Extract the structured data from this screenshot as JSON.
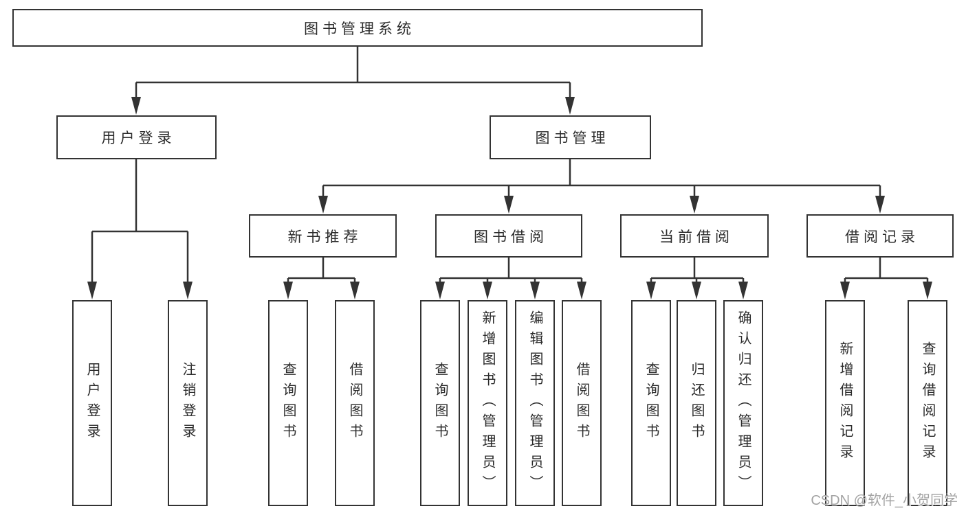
{
  "diagram": {
    "root": {
      "label": "图书管理系统"
    },
    "branches": [
      {
        "label": "用户登录",
        "children": [
          {
            "label": "用户登录"
          },
          {
            "label": "注销登录"
          }
        ]
      },
      {
        "label": "图书管理",
        "children": [
          {
            "label": "新书推荐",
            "children": [
              {
                "label": "查询图书"
              },
              {
                "label": "借阅图书"
              }
            ]
          },
          {
            "label": "图书借阅",
            "children": [
              {
                "label": "查询图书"
              },
              {
                "label": "新增图书（管理员）"
              },
              {
                "label": "编辑图书（管理员）"
              },
              {
                "label": "借阅图书"
              }
            ]
          },
          {
            "label": "当前借阅",
            "children": [
              {
                "label": "查询图书"
              },
              {
                "label": "归还图书"
              },
              {
                "label": "确认归还（管理员）"
              }
            ]
          },
          {
            "label": "借阅记录",
            "children": [
              {
                "label": "新增借阅记录"
              },
              {
                "label": "查询借阅记录"
              }
            ]
          }
        ]
      }
    ]
  },
  "watermark": {
    "text": "CSDN @软件_小贺同学"
  },
  "colors": {
    "line": "#333333",
    "text": "#2b2b2b",
    "background": "#ffffff",
    "watermark": "#a3a3a3"
  }
}
